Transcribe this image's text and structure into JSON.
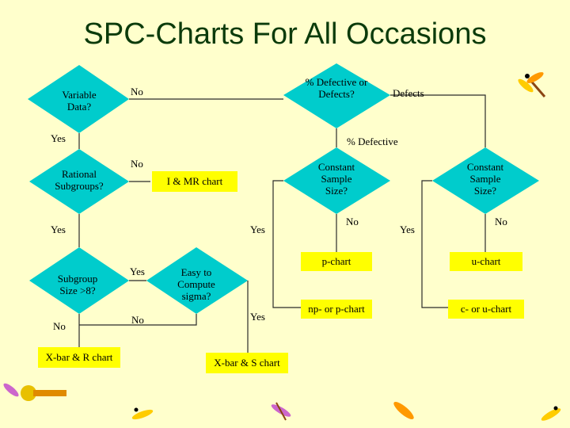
{
  "title": "SPC-Charts For All Occasions",
  "decisions": {
    "variable_data": "Variable Data?",
    "percent_defective": "% Defective or Defects?",
    "rational_subgroups": "Rational Subgroups?",
    "constant_size_p": "Constant Sample Size?",
    "constant_size_u": "Constant Sample Size?",
    "subgroup_size": "Subgroup Size >8?",
    "easy_sigma": "Easy to Compute sigma?"
  },
  "labels": {
    "no_variable": "No",
    "yes_variable": "Yes",
    "defects": "Defects",
    "pct_defective": "% Defective",
    "no_rational": "No",
    "yes_rational": "Yes",
    "yes_const_p": "Yes",
    "no_const_p": "No",
    "yes_const_u": "Yes",
    "no_const_u": "No",
    "yes_subgroup": "Yes",
    "no_subgroup_left": "No",
    "no_easy": "No",
    "yes_easy": "Yes"
  },
  "charts": {
    "i_mr": "I & MR chart",
    "p_chart": "p-chart",
    "u_chart": "u-chart",
    "np_p_chart": "np- or p-chart",
    "c_u_chart": "c- or u-chart",
    "xbar_r": "X-bar & R chart",
    "xbar_s": "X-bar & S chart"
  },
  "colors": {
    "diamond": "#00cccc",
    "line": "#2b2b2b",
    "arrow": "#00a0a0",
    "green_arrow": "#2e9e2e",
    "chart_box": "#ffff00",
    "title": "#0b3b0b",
    "background": "#ffffcc"
  }
}
